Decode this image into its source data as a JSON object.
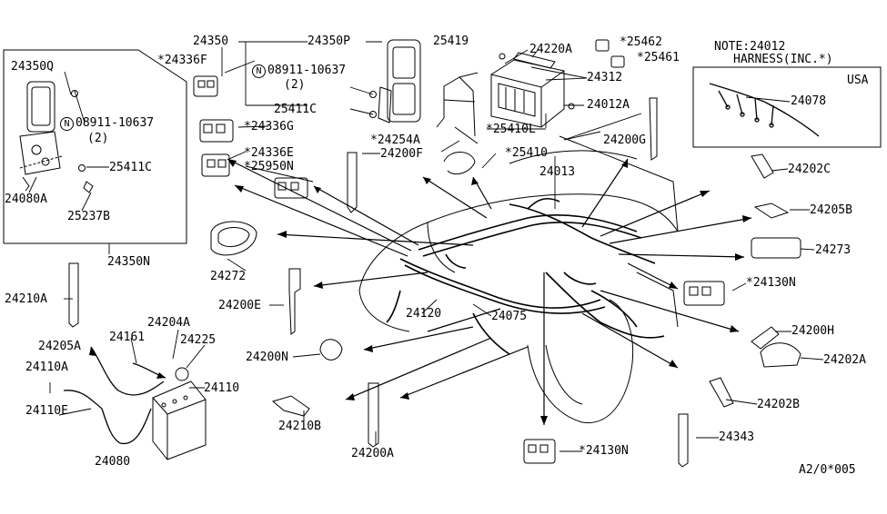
{
  "labels": {
    "p24350": "24350",
    "p24350P": "24350P",
    "p24350Q": "24350Q",
    "p24336F": "*24336F",
    "bolt_top": "08911-10637",
    "bolt_top_qty": "(2)",
    "bolt_left": "08911-10637",
    "bolt_left_qty": "(2)",
    "circle_N": "N",
    "p25411C_top": "25411C",
    "p25411C_left": "25411C",
    "p24336G": "*24336G",
    "p24336E": "*24336E",
    "p25950N": "*25950N",
    "p24080A": "24080A",
    "p25237B": "25237B",
    "p24350N": "24350N",
    "p25419": "25419",
    "p24220A": "24220A",
    "p25462": "*25462",
    "p25461": "*25461",
    "p24312": "24312",
    "p24012A": "24012A",
    "p25410L": "*25410L",
    "p24254A": "*24254A",
    "p24200F": "24200F",
    "p25410": "*25410",
    "p24200G": "24200G",
    "p24013": "24013",
    "note": "NOTE:24012",
    "harness": "HARNESS(INC.*)",
    "usa": "USA",
    "p24078": "24078",
    "p24202C": "24202C",
    "p24205B": "24205B",
    "p24273": "24273",
    "p24130N_right": "*24130N",
    "p24200H": "24200H",
    "p24202A": "24202A",
    "p24202B": "24202B",
    "p24343": "24343",
    "p24130N_bottom": "*24130N",
    "p24272": "24272",
    "p24210A": "24210A",
    "p24200E": "24200E",
    "p24120": "24120",
    "p24075": "24075",
    "p24204A": "24204A",
    "p24161": "24161",
    "p24225": "24225",
    "p24205A": "24205A",
    "p24110A": "24110A",
    "p24110": "24110",
    "p24110E": "24110E",
    "p24080": "24080",
    "p24200N": "24200N",
    "p24210B": "24210B",
    "p24200A": "24200A",
    "code": "A2/0*005"
  }
}
